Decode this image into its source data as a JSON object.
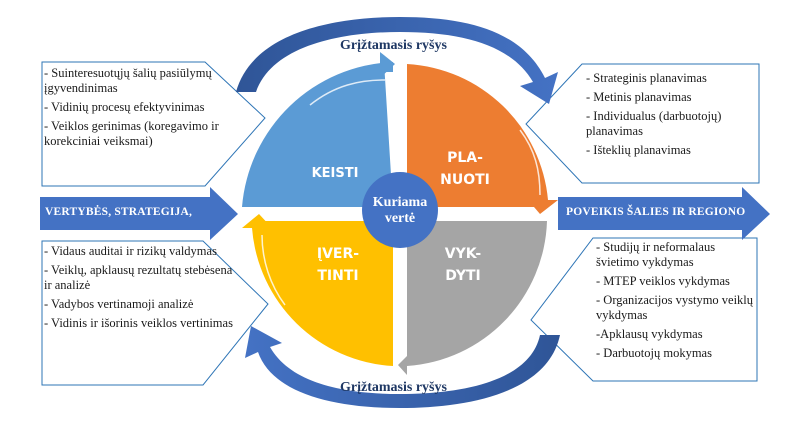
{
  "colors": {
    "keisti": "#5b9bd5",
    "planuoti": "#ed7d31",
    "vykdyti": "#a5a5a5",
    "ivertinti": "#ffc000",
    "center": "#4472c4",
    "feedback_arrow": "#4472c4",
    "feedback_arrow_dark": "#2f5597",
    "side_arrow": "#4472c4",
    "callout_border": "#2e75b6",
    "feedback_text": "#1f3864"
  },
  "center": {
    "line1": "Kuriama",
    "line2": "vertė"
  },
  "quadrants": {
    "keisti": {
      "line1": "KEISTI",
      "line2": ""
    },
    "planuoti": {
      "line1": "PLA-",
      "line2": "NUOTI"
    },
    "vykdyti": {
      "line1": "VYK-",
      "line2": "DYTI"
    },
    "ivertinti": {
      "line1": "ĮVER-",
      "line2": "TINTI"
    }
  },
  "feedback": {
    "top": "Grįžtamasis ryšys",
    "bottom": "Grįžtamasis ryšys"
  },
  "input_arrow": {
    "label": "VERTYBĖS, STRATEGIJA,"
  },
  "output_arrow": {
    "label": "POVEIKIS ŠALIES IR REGIONO"
  },
  "callouts": {
    "top_left": [
      "- Suinteresuotųjų šalių pasiūlymų įgyvendinimas",
      "- Vidinių procesų efektyvinimas",
      "- Veiklos gerinimas (koregavimo ir korekciniai veiksmai)"
    ],
    "top_right": [
      "- Strateginis planavimas",
      "- Metinis planavimas",
      "- Individualus (darbuotojų) planavimas",
      "- Išteklių planavimas"
    ],
    "bottom_left": [
      "- Vidaus auditai ir rizikų valdymas",
      "- Veiklų, apklausų rezultatų stebėsena ir analizė",
      "- Vadybos vertinamoji analizė",
      "- Vidinis ir išorinis veiklos vertinimas"
    ],
    "bottom_right": [
      "- Studijų ir neformalaus švietimo vykdymas",
      "- MTEP veiklos vykdymas",
      "- Organizacijos vystymo veiklų vykdymas",
      "-Apklausų vykdymas",
      "- Darbuotojų mokymas"
    ]
  }
}
